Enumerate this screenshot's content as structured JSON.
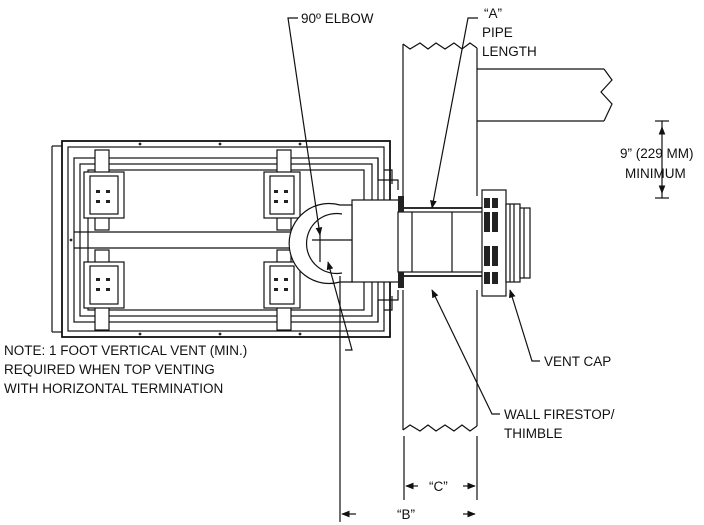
{
  "labels": {
    "elbow": "90º ELBOW",
    "pipe_a_1": "“A”",
    "pipe_a_2": "PIPE",
    "pipe_a_3": "LENGTH",
    "clearance_1": "9” (229 MM)",
    "clearance_2": "MINIMUM",
    "vent_cap": "VENT CAP",
    "firestop_1": "WALL FIRESTOP/",
    "firestop_2": "THIMBLE",
    "note_1": "NOTE: 1 FOOT VERTICAL VENT (MIN.)",
    "note_2": "REQUIRED WHEN TOP VENTING",
    "note_3": "WITH HORIZONTAL TERMINATION",
    "dim_c": "“C”",
    "dim_b": "“B”"
  }
}
